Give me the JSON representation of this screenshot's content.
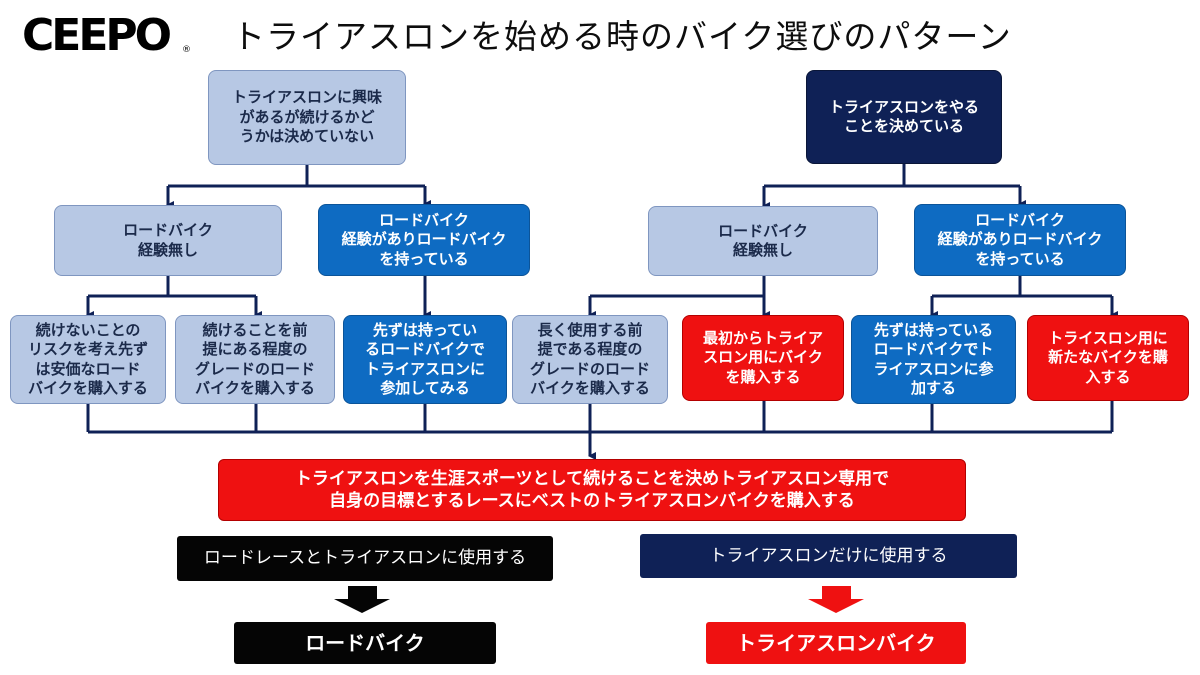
{
  "logo": {
    "text": "CEEPO",
    "mark": "®"
  },
  "title": "トライアスロンを始める時のバイク選びのパターン",
  "nodes": {
    "root_left": "トライアスロンに興味\nがあるが続けるかど\nうかは決めていない",
    "root_right": "トライアスロンをやる\nことを決めている",
    "l_nobike": "ロードバイク\n経験無し",
    "l_hasbike": "ロードバイク\n経験がありロードバイク\nを持っている",
    "r_nobike": "ロードバイク\n経験無し",
    "r_hasbike": "ロードバイク\n経験がありロードバイク\nを持っている",
    "leaf1": "続けないことの\nリスクを考え先ず\nは安価なロード\nバイクを購入する",
    "leaf2": "続けることを前\n提にある程度の\nグレードのロード\nバイクを購入する",
    "leaf3": "先ずは持ってい\nるロードバイクで\nトライアスロンに\n参加してみる",
    "leaf4": "長く使用する前\n提である程度の\nグレードのロード\nバイクを購入する",
    "leaf5": "最初からトライア\nスロン用にバイク\nを購入する",
    "leaf6": "先ずは持っている\nロードバイクでト\nライアスロンに参\n加する",
    "leaf7": "トライスロン用に\n新たなバイクを購\n入する",
    "final": "トライアスロンを生涯スポーツとして続けることを決めトライアスロン専用で\n自身の目標とするレースにベストのトライアスロンバイクを購入する",
    "use_road": "ロードレースとトライアスロンに使用する",
    "use_tri": "トライアスロンだけに使用する",
    "result_road": "ロードバイク",
    "result_tri": "トライアスロンバイク"
  },
  "colors": {
    "light": "#b7c8e4",
    "mid": "#0e6bc2",
    "navy": "#0f2156",
    "red": "#ef1111",
    "connector": "#0f2156"
  }
}
